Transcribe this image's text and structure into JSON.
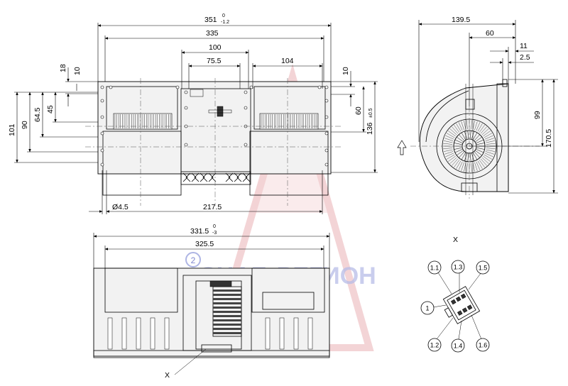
{
  "watermark": {
    "text": "СНАБ-РЕГИОН",
    "number": "2"
  },
  "top_view": {
    "width_label": "351",
    "tol_upper": "0",
    "tol_lower": "-1.2",
    "dims": {
      "d335": "335",
      "d100": "100",
      "d75_5": "75.5",
      "d104": "104",
      "d18": "18",
      "d10_left": "10",
      "d10_right": "10",
      "d101": "101",
      "d90": "90",
      "d64_5": "64.5",
      "d45": "45",
      "d60": "60",
      "d136": "136",
      "d136_tol": "±0.5",
      "hole": "Ø4.5",
      "d217_5": "217.5"
    }
  },
  "side_view": {
    "dims": {
      "d139_5": "139.5",
      "d60": "60",
      "d11": "11",
      "d2_5": "2.5",
      "d99": "99",
      "d170_5": "170.5"
    }
  },
  "front_view": {
    "width_label": "331.5",
    "tol_upper": "0",
    "tol_lower": "-3",
    "d325_5": "325.5",
    "detail_marker": "X"
  },
  "connector_detail": {
    "title": "X",
    "pins": {
      "p1_1": "1.1",
      "p1_3": "1.3",
      "p1_5": "1.5",
      "p1": "1",
      "p1_2": "1.2",
      "p1_4": "1.4",
      "p1_6": "1.6"
    }
  }
}
